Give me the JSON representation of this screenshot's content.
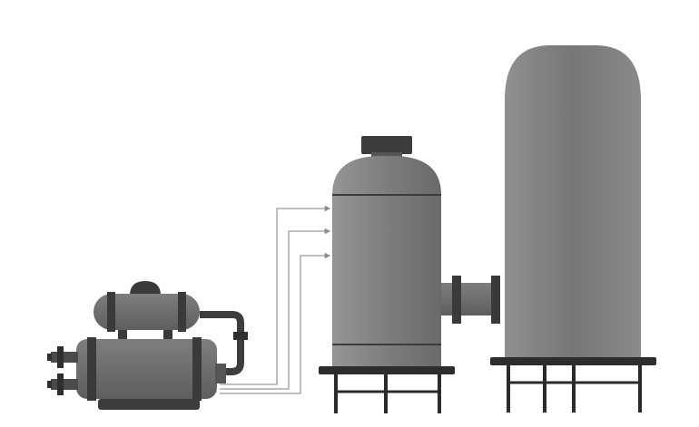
{
  "diagram": {
    "components": [
      {
        "id": "pump-skid",
        "kind": "pump and motor assembly"
      },
      {
        "id": "column-left",
        "kind": "vertical vessel with top nozzle"
      },
      {
        "id": "column-right",
        "kind": "tall vertical tank"
      },
      {
        "id": "connector",
        "kind": "flanged pipe spool"
      }
    ],
    "feed_lines": 3,
    "colors": {
      "vessel_light": "#8f8f8f",
      "vessel_dark": "#6c6c6c",
      "stand": "#2b2b2b",
      "pipe": "#3d3d3d",
      "line": "#9a9a9a"
    }
  }
}
